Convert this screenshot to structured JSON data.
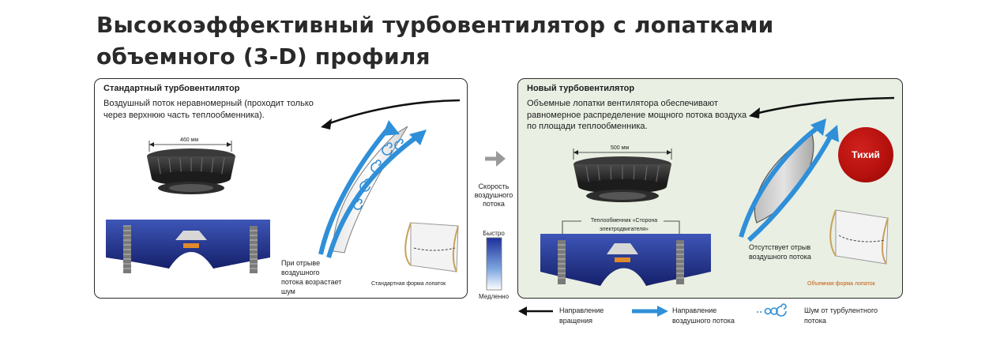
{
  "title": "Высокоэффективный турбовентилятор с лопатками объемного (3-D) профиля",
  "standard": {
    "heading": "Стандартный турбовентилятор",
    "description": "Воздушный поток неравномерный (проходит только через верхнюю часть теплообменника).",
    "dimension": "460 мм",
    "noise_note": "При отрыве воздушного потока возрастает шум",
    "blade_caption": "Стандартная форма лопаток"
  },
  "new": {
    "heading": "Новый турбовентилятор",
    "description": "Объемные лопатки вентилятора обеспечивают равномерное распределение мощного потока воздуха по площади теплообменника.",
    "dimension": "500 мм",
    "exchanger_label": "Теплообменник «Сторона электродвигателя»",
    "no_separation": "Отсутствует отрыв воздушного потока",
    "blade_caption": "Объемная форма лопаток",
    "badge": "Тихий"
  },
  "speed_scale": {
    "label": "Скорость воздушного потока",
    "fast": "Быстро",
    "slow": "Медленно"
  },
  "legend": {
    "rotation": "Направление вращения",
    "airflow": "Направление воздушного потока",
    "noise": "Шум от турбулентного потока"
  },
  "colors": {
    "airflow_arrow": "#2f8fd8",
    "housing_blue": "#1f2f86",
    "quiet_badge": "#c0181a",
    "new_panel_bg": "#e9efe2"
  }
}
